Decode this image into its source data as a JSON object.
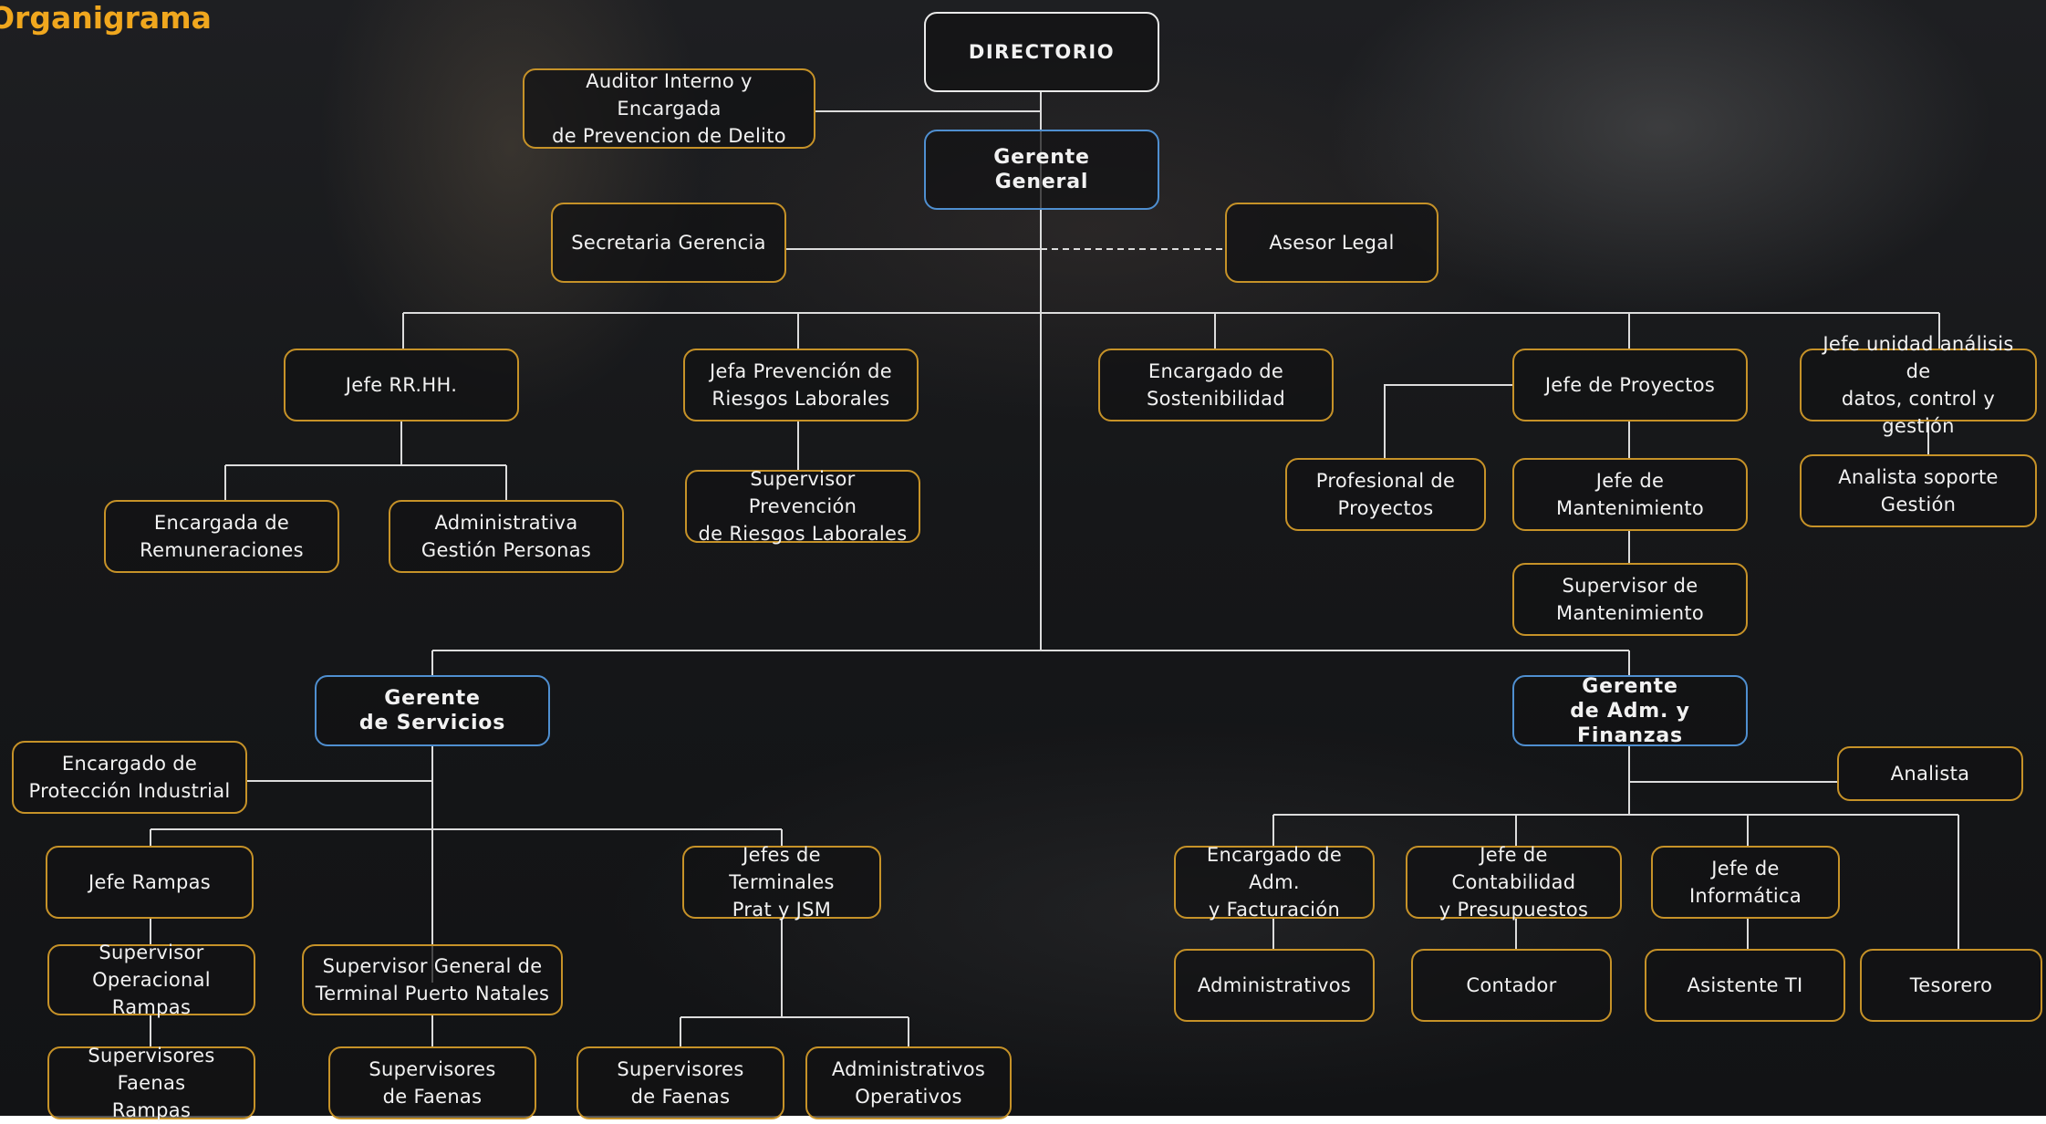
{
  "title": "Organigrama",
  "colors": {
    "accent": "#f0a71e",
    "box_border": "#c69228",
    "manager_border": "#4f8fd0",
    "top_border": "#eaeaea"
  },
  "nodes": {
    "directorio": "DIRECTORIO",
    "auditor": "Auditor Interno y Encargada\nde Prevencion de Delito",
    "gerente_general": "Gerente\nGeneral",
    "secretaria": "Secretaria Gerencia",
    "asesor_legal": "Asesor Legal",
    "jefe_rrhh": "Jefe RR.HH.",
    "jefa_prevencion": "Jefa Prevención de\nRiesgos Laborales",
    "encargado_sostenibilidad": "Encargado de\nSostenibilidad",
    "jefe_proyectos": "Jefe de Proyectos",
    "jefe_unidad_analisis": "Jefe unidad análisis de\ndatos, control y  gestión",
    "encargada_remuneraciones": "Encargada de\nRemuneraciones",
    "administrativa_gestion": "Administrativa\nGestión Personas",
    "supervisor_prevencion": "Supervisor Prevención\nde Riesgos Laborales",
    "profesional_proyectos": "Profesional de\nProyectos",
    "jefe_mantenimiento": "Jefe de\nMantenimiento",
    "analista_soporte": "Analista soporte\nGestión",
    "supervisor_mantenimiento": "Supervisor de\nMantenimiento",
    "gerente_servicios": "Gerente\nde Servicios",
    "gerente_adm": "Gerente\nde Adm. y Finanzas",
    "encargado_proteccion": "Encargado de\nProtección Industrial",
    "analista": "Analista",
    "jefe_rampas": "Jefe Rampas",
    "jefes_terminales": "Jefes de Terminales\nPrat y JSM",
    "supervisor_operacional": "Supervisor\nOperacional Rampas",
    "supervisor_general": "Supervisor General de\nTerminal Puerto Natales",
    "supervisores_faenas_rampas": "Supervisores Faenas\nRampas",
    "supervisores_faenas_1": "Supervisores\nde Faenas",
    "supervisores_faenas_2": "Supervisores\nde Faenas",
    "administrativos_operativos": "Administrativos\nOperativos",
    "encargado_adm_facturacion": "Encargado de Adm.\ny Facturación",
    "jefe_contabilidad": "Jefe de Contabilidad\ny Presupuestos",
    "jefe_informatica": "Jefe de\nInformática",
    "administrativos": "Administrativos",
    "contador": "Contador",
    "asistente_ti": "Asistente TI",
    "tesorero": "Tesorero"
  }
}
